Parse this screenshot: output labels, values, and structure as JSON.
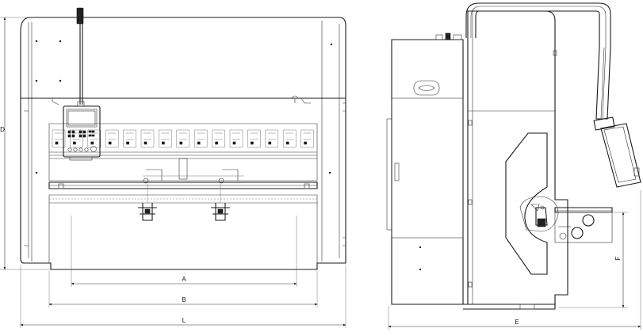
{
  "drawing": {
    "front_view": {
      "dimensions": {
        "a": "A",
        "b": "B",
        "l": "L",
        "d": "D"
      }
    },
    "side_view": {
      "dimensions": {
        "e": "E",
        "f": "F"
      }
    }
  }
}
